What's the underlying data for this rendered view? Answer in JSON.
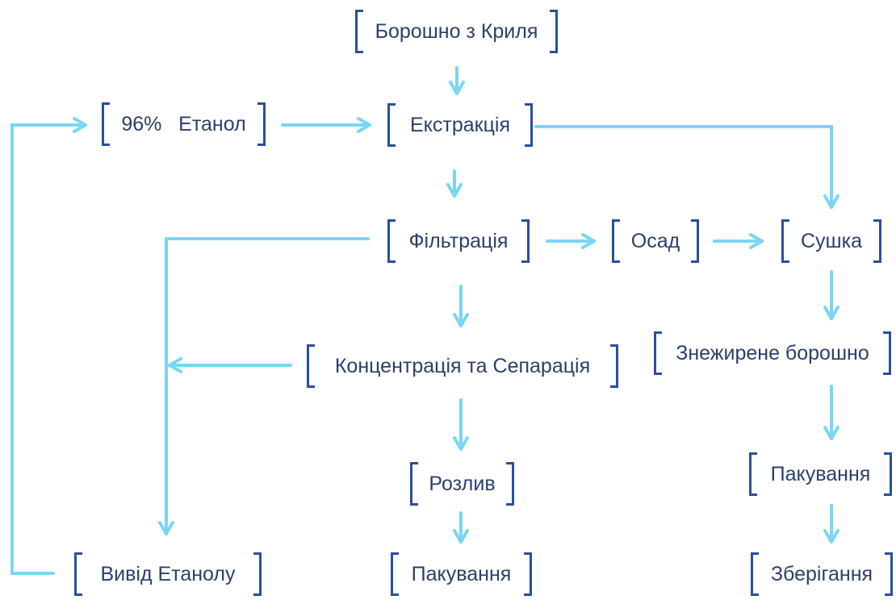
{
  "colors": {
    "arrow": "#7ad6f2",
    "bracket": "#2a4ea0",
    "text": "#2b3f6b"
  },
  "nodes": {
    "krill_flour": "Борошно з Криля",
    "ethanol_96": "96%   Етанол",
    "extraction": "Екстракція",
    "filtration": "Фільтрація",
    "sediment": "Осад",
    "drying": "Сушка",
    "defatted_flour": "Знежирене борошно",
    "concentration": "Концентрація та Сепарація",
    "packaging_right": "Пакування",
    "bottling": "Розлив",
    "ethanol_output": "Вивід Етанолу",
    "packaging_center": "Пакування",
    "storage": "Зберігання"
  }
}
